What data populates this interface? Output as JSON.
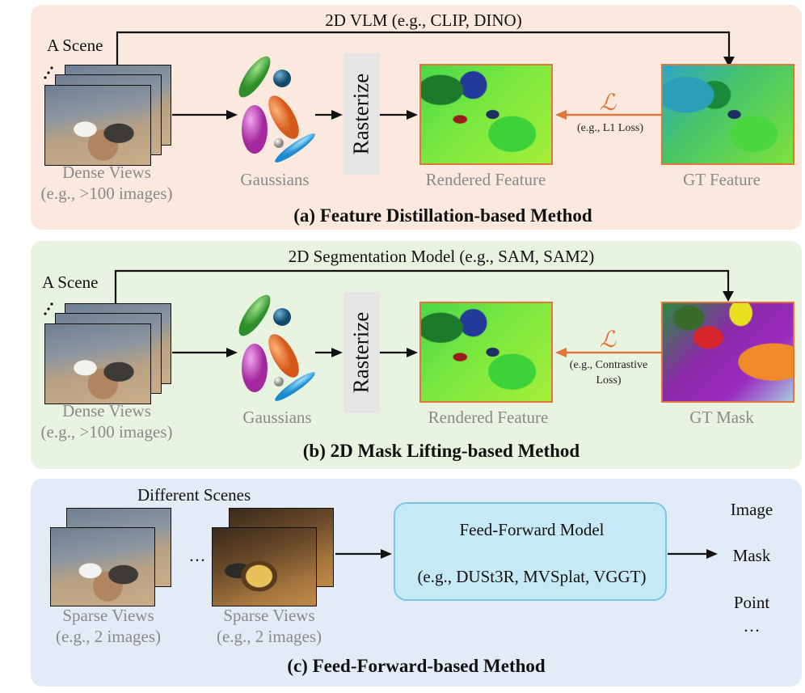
{
  "panel_a": {
    "top_label": "2D VLM (e.g., CLIP, DINO)",
    "scene_label": "A Scene",
    "dense_views": "Dense Views",
    "dense_views_sub": "(e.g., >100 images)",
    "gaussians": "Gaussians",
    "rasterize": "Rasterize",
    "rendered_feature": "Rendered Feature",
    "gt_feature": "GT Feature",
    "loss_symbol": "ℒ",
    "loss_note": "(e.g., L1 Loss)",
    "title": "(a) Feature Distillation-based Method"
  },
  "panel_b": {
    "top_label": "2D Segmentation Model (e.g., SAM, SAM2)",
    "scene_label": "A Scene",
    "dense_views": "Dense Views",
    "dense_views_sub": "(e.g., >100 images)",
    "gaussians": "Gaussians",
    "rasterize": "Rasterize",
    "rendered_feature": "Rendered Feature",
    "gt_mask": "GT Mask",
    "loss_symbol": "ℒ",
    "loss_note_1": "(e.g., Contrastive",
    "loss_note_2": "Loss)",
    "title": "(b) 2D Mask Lifting-based Method"
  },
  "panel_c": {
    "different_scenes": "Different Scenes",
    "ellipsis": "…",
    "sparse_views_1": "Sparse Views",
    "sparse_views_1_sub": "(e.g., 2 images)",
    "sparse_views_2": "Sparse Views",
    "sparse_views_2_sub": "(e.g., 2 images)",
    "model_name": "Feed-Forward Model",
    "model_examples": "(e.g., DUSt3R, MVSplat, VGGT)",
    "outputs": [
      "Image",
      "Mask",
      "Point",
      "…"
    ],
    "title": "(c) Feed-Forward-based Method"
  },
  "colors": {
    "panel_a_bg": "#fbe8df",
    "panel_b_bg": "#e9f3e1",
    "panel_c_bg": "#e3ebf6",
    "loss_orange": "#e0763a",
    "rasterize_box": "#e6e6e6",
    "model_box": "#c6e9f6",
    "model_border": "#7ec6e6"
  }
}
